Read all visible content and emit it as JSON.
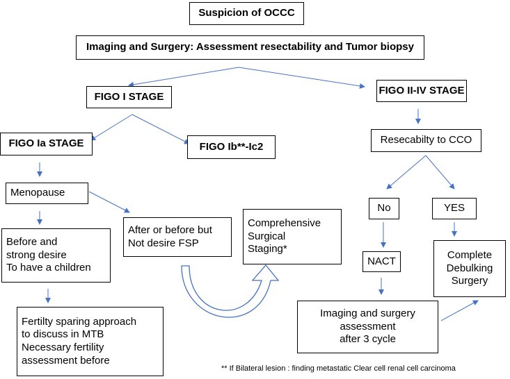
{
  "nodes": {
    "suspicion": "Suspicion of OCCC",
    "imaging_surgery": "Imaging and Surgery: Assessment resectability and Tumor biopsy",
    "figo_i": "FIGO I STAGE",
    "figo_ii_iv": "FIGO II-IV STAGE",
    "figo_ia": "FIGO Ia STAGE",
    "figo_ib_ic2": "FIGO Ib**-Ic2",
    "resectability": "Resecabilty to  CCO",
    "menopause": "Menopause",
    "no": "No",
    "yes": "YES",
    "before_desire": "Before and\nstrong desire\nTo have a children",
    "after_before": "After or before but\nNot desire FSP",
    "comprehensive": "Comprehensive\nSurgical\nStaging*",
    "nact": "NACT",
    "complete_debulking": "Complete\nDebulking\nSurgery",
    "fertility_sparing": "Fertilty sparing approach\n to discuss in MTB\nNecessary fertility\nassessment before",
    "imaging_assessment": "Imaging and surgery\nassessment\nafter 3 cycle"
  },
  "footnote": "** If Bilateral lesion : finding  metastatic Clear cell renal cell carcinoma",
  "colors": {
    "arrow": "#4472c4",
    "border": "#000000"
  }
}
